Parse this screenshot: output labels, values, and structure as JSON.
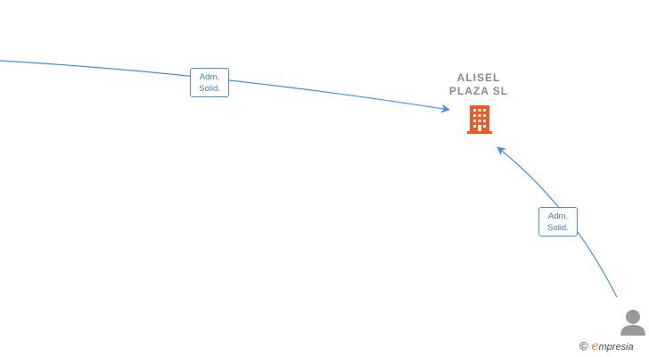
{
  "nodes": {
    "company": {
      "name_line1": "ALISEL",
      "name_line2": "PLAZA  SL",
      "icon": "building-icon",
      "color": "#f05a28"
    },
    "person": {
      "icon": "person-icon",
      "color": "#9a9a9a"
    }
  },
  "edges": [
    {
      "label_line1": "Adm.",
      "label_line2": "Solid."
    },
    {
      "label_line1": "Adm.",
      "label_line2": "Solid."
    }
  ],
  "colors": {
    "edge": "#4a8fd9",
    "label_text": "#3b7fce"
  },
  "watermark": {
    "symbol": "©",
    "brand_initial": "e",
    "brand_rest": "mpresia"
  }
}
